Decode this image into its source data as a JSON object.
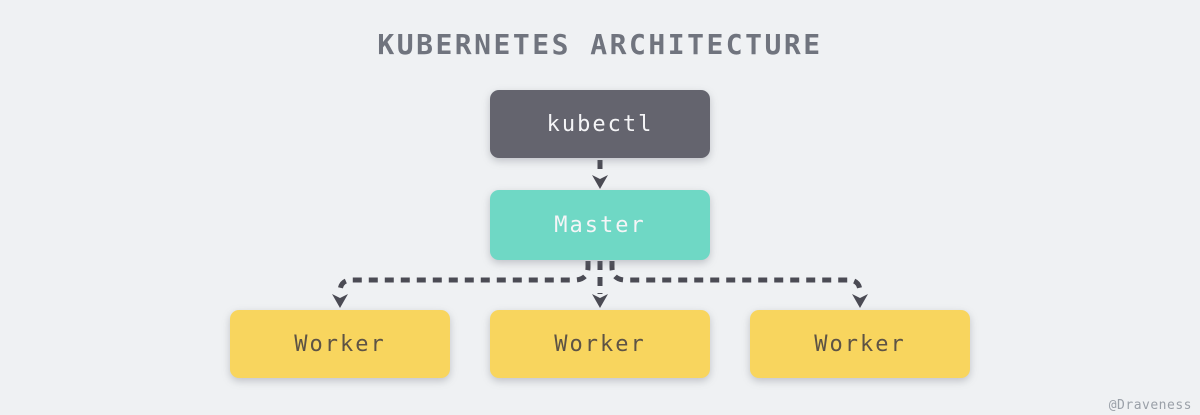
{
  "title": "KUBERNETES ARCHITECTURE",
  "watermark": "@Draveness",
  "nodes": {
    "kubectl": {
      "label": "kubectl"
    },
    "master": {
      "label": "Master"
    },
    "workers": [
      {
        "label": "Worker"
      },
      {
        "label": "Worker"
      },
      {
        "label": "Worker"
      }
    ]
  },
  "diagram": {
    "type": "flowchart",
    "edges": [
      {
        "from": "kubectl",
        "to": "Master",
        "style": "dashed-arrow"
      },
      {
        "from": "Master",
        "to": "Worker-left",
        "style": "dashed-arrow"
      },
      {
        "from": "Master",
        "to": "Worker-center",
        "style": "dashed-arrow"
      },
      {
        "from": "Master",
        "to": "Worker-right",
        "style": "dashed-arrow"
      }
    ]
  },
  "colors": {
    "background": "#eff1f3",
    "kubectl_bg": "#64646e",
    "master_bg": "#6fd8c5",
    "worker_bg": "#f8d55e",
    "light_text": "#f5f5f7",
    "worker_text": "#5d5345",
    "connector": "#4b4b54",
    "title_text": "#70747e",
    "watermark_text": "#9aa0a8"
  }
}
